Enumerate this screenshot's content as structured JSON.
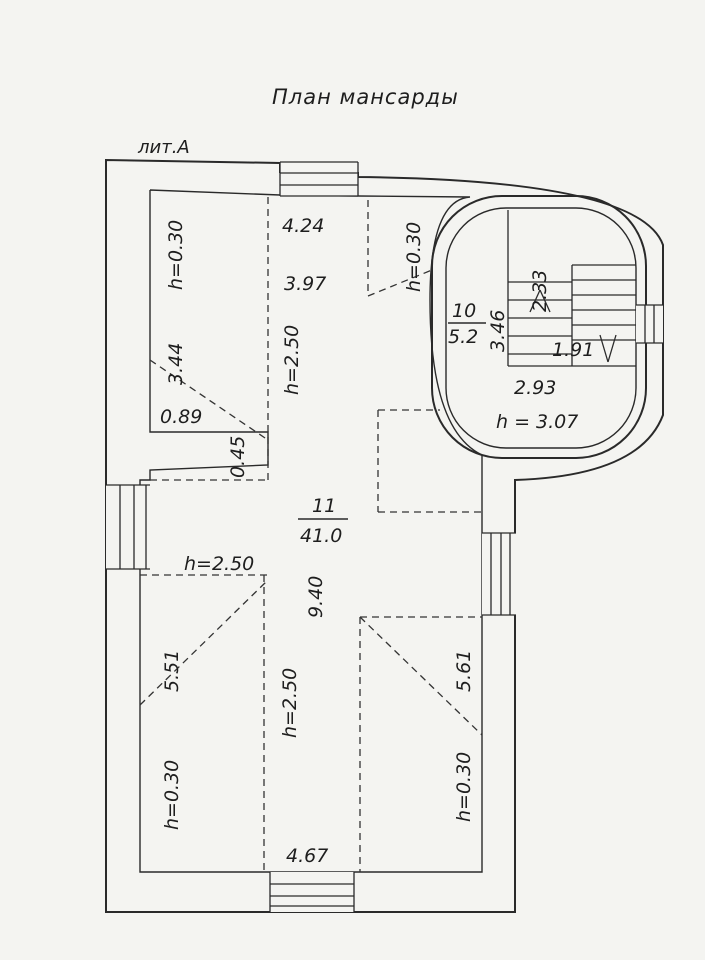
{
  "title": "План мансарды",
  "building_label": "лит.А",
  "room_main": {
    "number": "11",
    "area": "41.0"
  },
  "room_stair": {
    "number": "10",
    "area": "5.2",
    "height": "h = 3.07"
  },
  "dimensions": {
    "top_width_left": "4.24",
    "top_width_mid": "3.97",
    "main_length": "9.40",
    "bottom_width": "4.67",
    "left_upper_len": "3.44",
    "left_step": "0.89",
    "step_depth": "0.45",
    "left_lower_len": "5.51",
    "right_lower_len": "5.61",
    "stair_room_len": "3.46",
    "stair_room_width": "2.93",
    "stair_upper": "2.33",
    "stair_lower": "1.91"
  },
  "heights": {
    "h030_top_left": "h=0.30",
    "h250_top": "h=2.50",
    "h030_top_right": "h=0.30",
    "h250_mid_left": "h=2.50",
    "h250_bottom": "h=2.50",
    "h030_bottom_left": "h=0.30",
    "h030_bottom_right": "h=0.30"
  }
}
